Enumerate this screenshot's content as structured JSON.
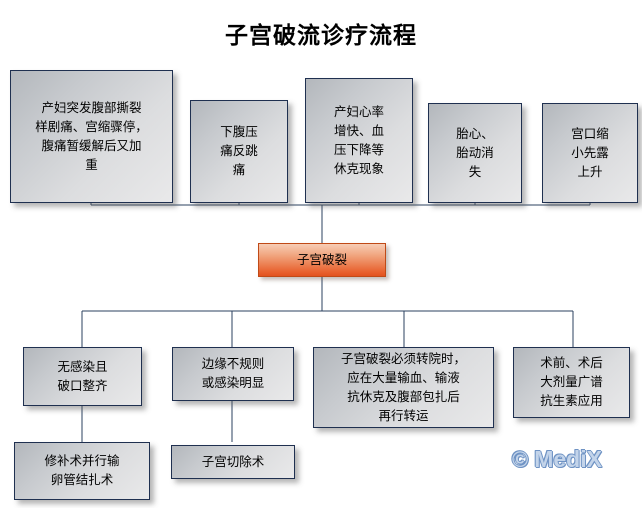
{
  "title": "子宫破流诊疗流程",
  "colors": {
    "box_border": "#1f3050",
    "box_fill_light": "#e9e9ea",
    "box_fill_dark": "#b3b7bc",
    "accent_top": "#f7cdb6",
    "accent_bottom": "#e2521f",
    "connector": "#2b415f",
    "watermark": "#c3d4ea"
  },
  "symptoms": [
    {
      "id": "s1",
      "text": "产妇突发腹部撕裂\n样剧痛、宫缩骤停，\n腹痛暂缓解后又加\n重"
    },
    {
      "id": "s2",
      "text": "下腹压\n痛反跳\n痛"
    },
    {
      "id": "s3",
      "text": "产妇心率\n增快、血\n压下降等\n休克现象"
    },
    {
      "id": "s4",
      "text": "胎心、\n胎动消\n失"
    },
    {
      "id": "s5",
      "text": "宫口缩\n小先露\n上升"
    }
  ],
  "diagnosis": {
    "id": "d1",
    "text": "子宫破裂"
  },
  "treatments": [
    {
      "id": "t1",
      "text": "无感染且\n破口整齐"
    },
    {
      "id": "t2",
      "text": "边缘不规则\n或感染明显"
    },
    {
      "id": "t3",
      "text": "子宫破裂必须转院时，\n应在大量输血、输液\n抗休克及腹部包扎后\n再行转运"
    },
    {
      "id": "t4",
      "text": "术前、术后\n大剂量广谱\n抗生素应用"
    }
  ],
  "procedures": [
    {
      "id": "p1",
      "text": "修补术并行输\n卵管结扎术"
    },
    {
      "id": "p2",
      "text": "子宫切除术"
    }
  ],
  "watermark": {
    "symbol": "©",
    "text": "MediX"
  }
}
